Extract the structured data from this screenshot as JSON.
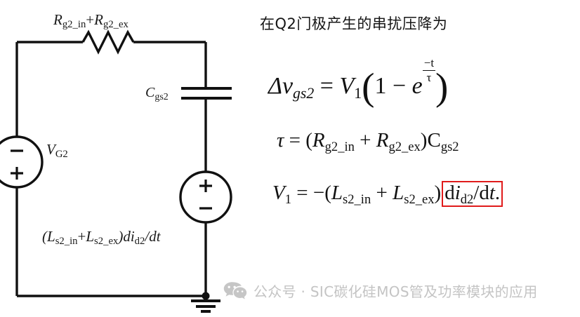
{
  "document": {
    "type": "circuit-diagram-with-equations",
    "background_color": "#ffffff"
  },
  "circuit": {
    "name": "Q2 gate crosstalk equivalent circuit",
    "labels": {
      "resistor": {
        "full_text": "Rg2_in+Rg2_ex",
        "symbol_1": "R",
        "sub_1": "g2_in",
        "operator": "+",
        "symbol_2": "R",
        "sub_2": "g2_ex"
      },
      "capacitor": {
        "full_text": "Cgs2",
        "symbol": "C",
        "sub": "gs2"
      },
      "source_left": {
        "full_text": "VG2",
        "symbol": "V",
        "sub": "G2",
        "polarity_top": "−",
        "polarity_bottom": "+"
      },
      "source_right": {
        "full_text": "(Ls2_in+Ls2_ex)did2/dt",
        "open_paren": "(",
        "symbol_1": "L",
        "sub_1": "s2_in",
        "operator": "+",
        "symbol_2": "L",
        "sub_2": "s2_ex",
        "close_paren": ")",
        "tail_1": "di",
        "tail_sub": "d2",
        "tail_2": "/dt",
        "polarity_top": "+",
        "polarity_bottom": "−"
      },
      "ground": {
        "name": "ground-symbol"
      }
    }
  },
  "caption": {
    "chinese": "在Q2门极产生的串扰压降为"
  },
  "equations": {
    "eq1": {
      "plain": "Δvgs2 = V1(1 − e^(−t/τ))",
      "lhs_symbol": "Δv",
      "lhs_sub": "gs2",
      "equals": "=",
      "rhs_symbol": "V",
      "rhs_sub": "1",
      "paren_open": "(",
      "one": "1",
      "minus": "−",
      "e": "e",
      "exp_num": "−t",
      "exp_den": "τ",
      "paren_close": ")"
    },
    "eq2": {
      "plain": "τ = (Rg2_in + Rg2_ex)Cgs2",
      "tau": "τ",
      "equals": "=",
      "paren_open": "(",
      "r1": "R",
      "r1_sub": "g2_in",
      "plus": "+",
      "r2": "R",
      "r2_sub": "g2_ex",
      "paren_close": ")",
      "c": "C",
      "c_sub": "gs2"
    },
    "eq3": {
      "plain": "V1 = −(Ls2_in + Ls2_ex)did2/dt.",
      "v": "V",
      "v_sub": "1",
      "equals": "=",
      "minus": "−",
      "paren_open": "(",
      "l1": "L",
      "l1_sub": "s2_in",
      "plus": "+",
      "l2": "L",
      "l2_sub": "s2_ex",
      "paren_close": ")",
      "boxed_d": "d",
      "boxed_i": "i",
      "boxed_i_sub": "d2",
      "boxed_slash": "/",
      "boxed_dt": "d",
      "boxed_t": "t",
      "boxed_period": ".",
      "box_color": "#e01b1b"
    }
  },
  "watermark": {
    "icon": "wechat-icon",
    "text": "公众号 · SIC碳化硅MOS管及功率模块的应用",
    "color": "#c4c4c4"
  }
}
